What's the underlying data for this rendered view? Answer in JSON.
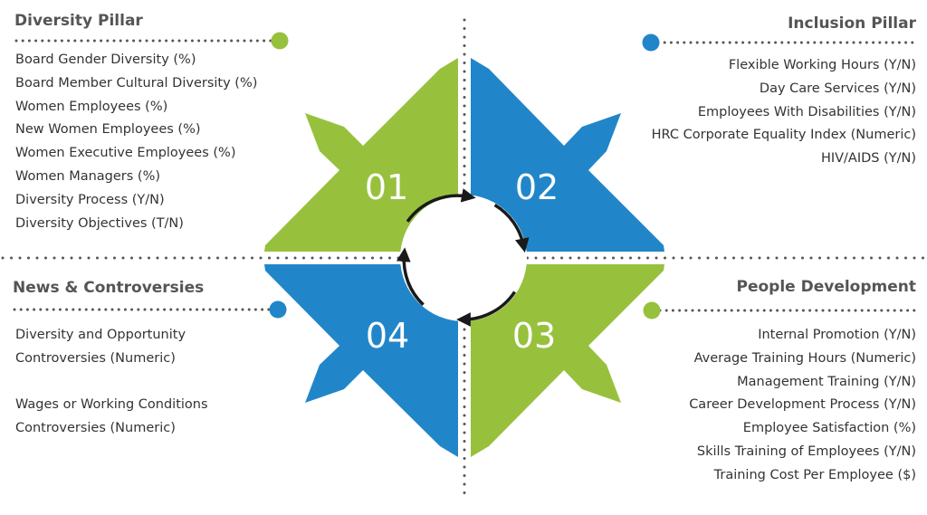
{
  "colors": {
    "green": "#97c13d",
    "blue": "#2186c9",
    "dots": "#555555"
  },
  "quadrants": [
    {
      "number": "01",
      "title": "Diversity Pillar",
      "color": "green",
      "items": [
        "Board Gender Diversity (%)",
        "Board Member Cultural Diversity (%)",
        "Women Employees (%)",
        "New Women Employees (%)",
        "Women Executive Employees (%)",
        "Women Managers (%)",
        "Diversity Process (Y/N)",
        "Diversity Objectives (T/N)"
      ]
    },
    {
      "number": "02",
      "title": "Inclusion Pillar",
      "color": "blue",
      "items": [
        "Flexible Working Hours (Y/N)",
        "Day Care Services (Y/N)",
        "Employees With Disabilities (Y/N)",
        "HRC Corporate Equality Index (Numeric)",
        "HIV/AIDS (Y/N)"
      ]
    },
    {
      "number": "03",
      "title": "People Development",
      "color": "green",
      "items": [
        "Internal Promotion (Y/N)",
        "Average Training Hours (Numeric)",
        "Management Training (Y/N)",
        "Career Development Process (Y/N)",
        "Employee Satisfaction (%)",
        "Skills Training of Employees (Y/N)",
        "Training Cost Per Employee ($)"
      ]
    },
    {
      "number": "04",
      "title": "News & Controversies",
      "color": "blue",
      "items": [
        "Diversity and Opportunity",
        "Controversies (Numeric)",
        "",
        "Wages or Working Conditions",
        "Controversies (Numeric)"
      ]
    }
  ]
}
